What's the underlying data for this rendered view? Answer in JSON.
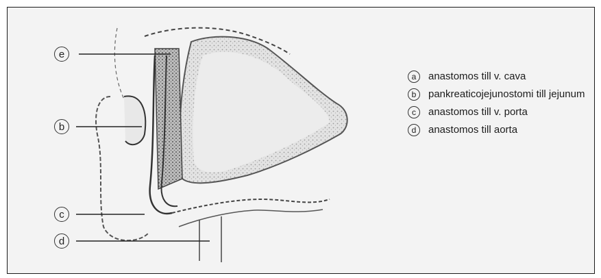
{
  "callouts": [
    {
      "id": "e",
      "key": "e"
    },
    {
      "id": "b",
      "key": "b"
    },
    {
      "id": "c",
      "key": "c"
    },
    {
      "id": "d",
      "key": "d"
    }
  ],
  "legend": [
    {
      "key": "a",
      "text": "anastomos till v. cava"
    },
    {
      "key": "b",
      "text": "pankreaticojejunostomi till jejunum"
    },
    {
      "key": "c",
      "text": "anastomos till v. porta"
    },
    {
      "key": "d",
      "text": "anastomos till aorta"
    }
  ],
  "colors": {
    "frame": "#1a1a1a",
    "background": "#f3f3f3",
    "organ_fill": "#dcdcdc",
    "outline": "#333333"
  }
}
